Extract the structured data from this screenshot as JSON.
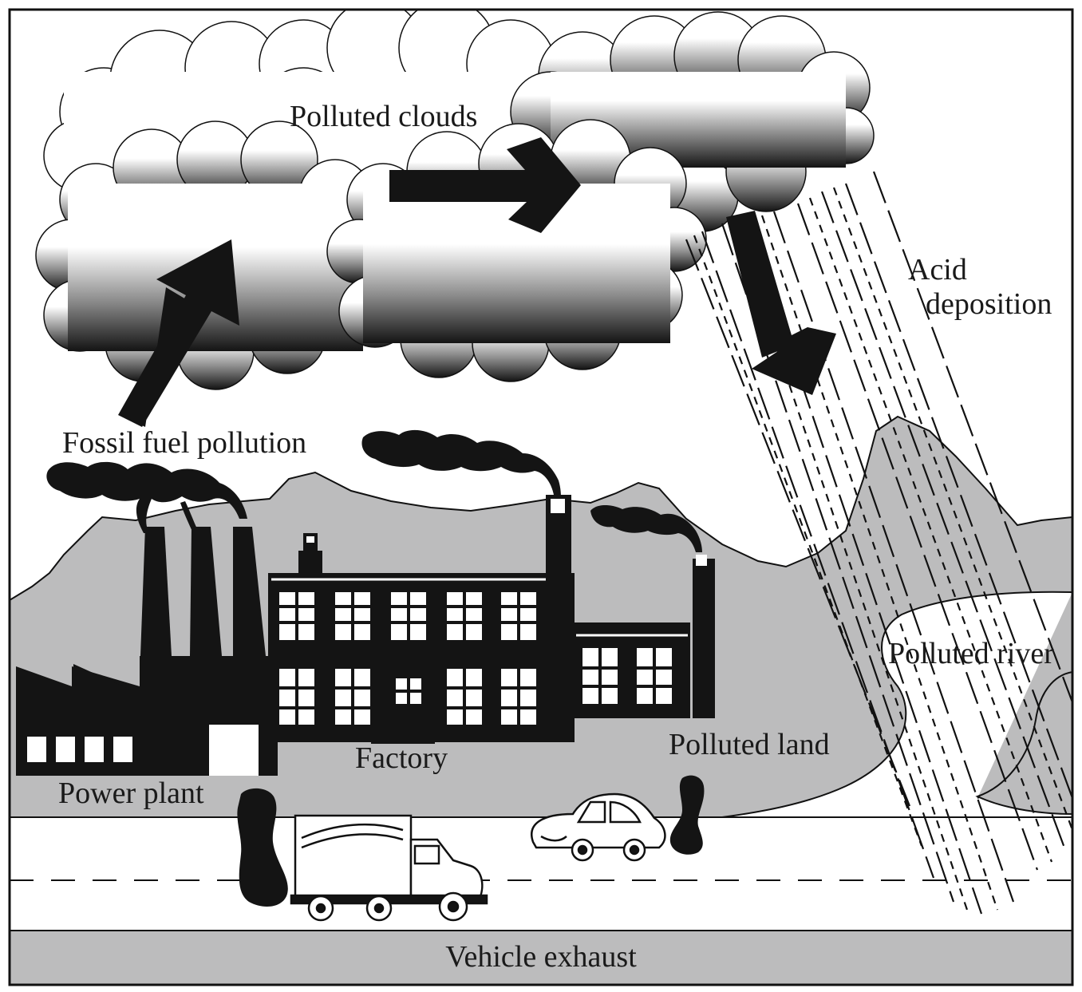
{
  "labels": {
    "polluted_clouds": "Polluted clouds",
    "acid_line1": "Acid",
    "acid_line2": "deposition",
    "fossil_fuel_pollution": "Fossil fuel pollution",
    "polluted_river": "Polluted river",
    "polluted_land": "Polluted land",
    "factory": "Factory",
    "power_plant": "Power plant",
    "vehicle_exhaust": "Vehicle exhaust"
  },
  "colors": {
    "ink": "#111111",
    "hills": "#bcbcbd",
    "road": "#ffffff",
    "bottom_band": "#bcbcbd",
    "cloud_dark": "#141414"
  }
}
